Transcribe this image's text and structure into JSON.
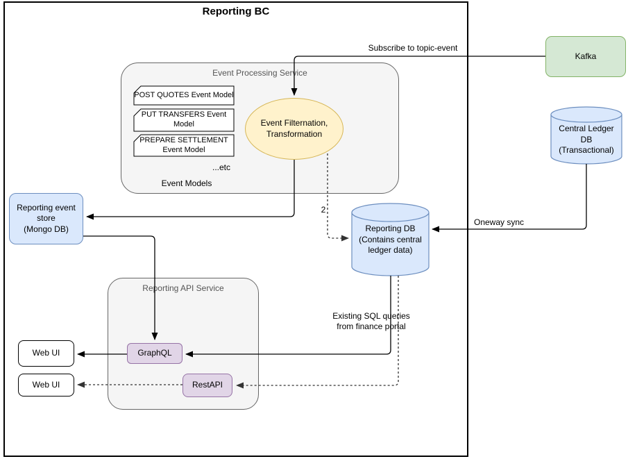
{
  "title": "Reporting BC",
  "colors": {
    "kafka_fill": "#d5e8d4",
    "kafka_stroke": "#82b366",
    "db_fill": "#dae8fc",
    "db_stroke": "#6c8ebf",
    "ellipse_fill": "#fff2cc",
    "ellipse_stroke": "#d6b656",
    "api_fill": "#e1d5e7",
    "api_stroke": "#9673a6",
    "container_fill": "#f5f5f5",
    "container_stroke": "#666666",
    "line_color": "#000000"
  },
  "containers": {
    "event_processing": "Event Processing Service",
    "reporting_api": "Reporting API Service"
  },
  "nodes": {
    "kafka": "Kafka",
    "central_ledger_db": "Central Ledger\nDB\n(Transactional)",
    "reporting_db": "Reporting DB\n(Contains central\nledger data)",
    "event_store": "Reporting event\nstore\n(Mongo DB)",
    "event_filter": "Event Filternation,\nTransformation",
    "graphql": "GraphQL",
    "restapi": "RestAPI",
    "web_ui_top": "Web UI",
    "web_ui_bottom": "Web UI"
  },
  "event_models": {
    "post_quotes": "POST QUOTES Event Model",
    "put_transfers": "PUT TRANSFERS Event Model",
    "prepare_settlement": "PREPARE SETTLEMENT Event Model",
    "etc": "...etc",
    "group_label": "Event Models"
  },
  "edges": {
    "subscribe": "Subscribe to topic-event",
    "oneway_sync": "Oneway sync",
    "sql_queries": "Existing SQL queries\nfrom finance portal",
    "sequence_2": "2"
  }
}
